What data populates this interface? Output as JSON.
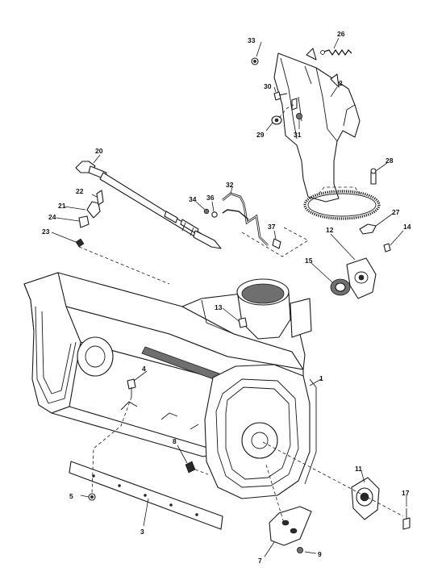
{
  "diagram": {
    "callouts": [
      {
        "id": "c1",
        "text": "1"
      },
      {
        "id": "c2",
        "text": "2"
      },
      {
        "id": "c3",
        "text": "3"
      },
      {
        "id": "c4",
        "text": "4"
      },
      {
        "id": "c5",
        "text": "5"
      },
      {
        "id": "c7",
        "text": "7"
      },
      {
        "id": "c8",
        "text": "8"
      },
      {
        "id": "c9",
        "text": "9"
      },
      {
        "id": "c11",
        "text": "11"
      },
      {
        "id": "c12",
        "text": "12"
      },
      {
        "id": "c13",
        "text": "13"
      },
      {
        "id": "c14",
        "text": "14"
      },
      {
        "id": "c15",
        "text": "15"
      },
      {
        "id": "c17",
        "text": "17"
      },
      {
        "id": "c20",
        "text": "20"
      },
      {
        "id": "c21",
        "text": "21"
      },
      {
        "id": "c22",
        "text": "22"
      },
      {
        "id": "c23",
        "text": "23"
      },
      {
        "id": "c24",
        "text": "24"
      },
      {
        "id": "c26",
        "text": "26"
      },
      {
        "id": "c27",
        "text": "27"
      },
      {
        "id": "c28",
        "text": "28"
      },
      {
        "id": "c29",
        "text": "29"
      },
      {
        "id": "c30",
        "text": "30"
      },
      {
        "id": "c31",
        "text": "31"
      },
      {
        "id": "c32",
        "text": "32"
      },
      {
        "id": "c33",
        "text": "33"
      },
      {
        "id": "c34",
        "text": "34"
      },
      {
        "id": "c36",
        "text": "36"
      },
      {
        "id": "c37",
        "text": "37"
      }
    ]
  }
}
